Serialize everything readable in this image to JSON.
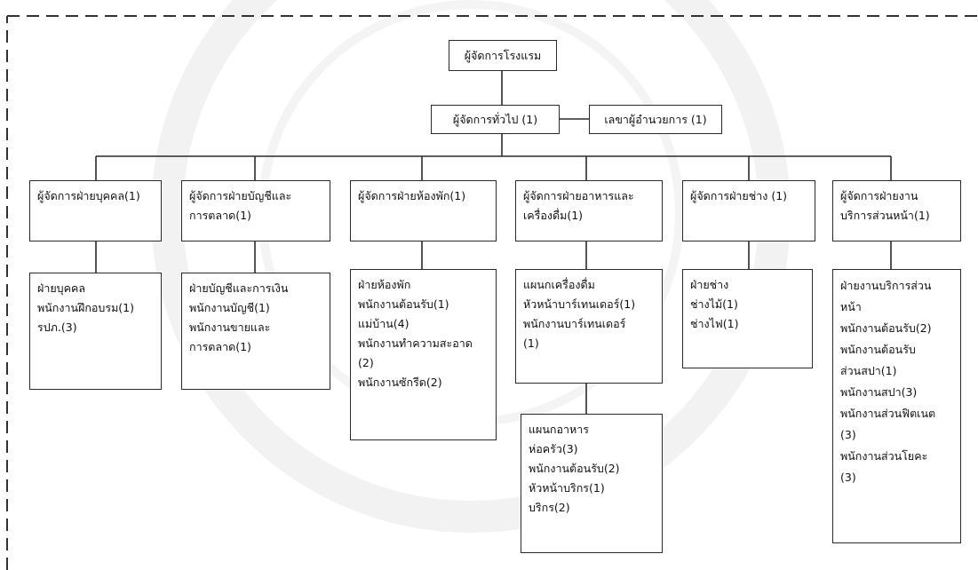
{
  "chart": {
    "top": {
      "lines": [
        "ผู้จัดการโรงแรม"
      ]
    },
    "gm": {
      "lines": [
        "ผู้จัดการทั่วไป (1)"
      ]
    },
    "secretary": {
      "lines": [
        "เลขาผู้อำนวยการ (1)"
      ]
    },
    "departments": [
      {
        "id": "hr",
        "lines": [
          "ผู้จัดการฝ่ายบุคคล(1)"
        ]
      },
      {
        "id": "acct",
        "lines": [
          "ผู้จัดการฝ่ายบัญชีและ",
          "การตลาด(1)"
        ]
      },
      {
        "id": "rooms",
        "lines": [
          "ผู้จัดการฝ่ายห้องพัก(1)"
        ]
      },
      {
        "id": "fnb",
        "lines": [
          "ผู้จัดการฝ่ายอาหารและ",
          "เครื่องดื่ม(1)"
        ]
      },
      {
        "id": "eng",
        "lines": [
          "ผู้จัดการฝ่ายช่าง (1)"
        ]
      },
      {
        "id": "spa",
        "lines": [
          "ผู้จัดการฝ่ายงาน",
          "บริการส่วนหน้า(1)"
        ]
      }
    ],
    "units": [
      {
        "id": "hr_staff",
        "lines": [
          "ฝ่ายบุคคล",
          "พนักงานฝึกอบรม(1)",
          "รปภ.(3)"
        ]
      },
      {
        "id": "acct_staff",
        "lines": [
          "ฝ่ายบัญชีและการเงิน",
          "พนักงานบัญชี(1)",
          "พนักงานขายและ",
          "การตลาด(1)"
        ]
      },
      {
        "id": "rooms_staff",
        "lines": [
          "ฝ่ายห้องพัก",
          "พนักงานต้อนรับ(1)",
          "แม่บ้าน(4)",
          "พนักงานทำความสะอาด",
          "(2)",
          "พนักงานซักรีด(2)"
        ]
      },
      {
        "id": "bev_staff",
        "lines": [
          "แผนกเครื่องดื่ม",
          "หัวหน้าบาร์เทนเดอร์(1)",
          "พนักงานบาร์เทนเดอร์",
          "(1)"
        ]
      },
      {
        "id": "food_staff",
        "lines": [
          "แผนกอาหาร",
          "ห่อครัว(3)",
          "พนักงานต้อนรับ(2)",
          "หัวหน้าบริกร(1)",
          "บริกร(2)"
        ]
      },
      {
        "id": "eng_staff",
        "lines": [
          "ฝ่ายช่าง",
          "ช่างไม้(1)",
          "ช่างไฟ(1)"
        ]
      },
      {
        "id": "spa_staff",
        "lines": [
          "ฝ่ายงานบริการส่วน",
          "หน้า",
          "พนักงานต้อนรับ(2)",
          "พนักงานต้อนรับ",
          "ส่วนสปา(1)",
          "พนักงานสปา(3)",
          "พนักงานส่วนฟิตเนต",
          "(3)",
          "พนักงานส่วนโยคะ",
          "(3)"
        ]
      }
    ]
  },
  "colors": {
    "line": "#2a2a2a",
    "dash": "#333333",
    "box_bg": "#ffffff"
  }
}
